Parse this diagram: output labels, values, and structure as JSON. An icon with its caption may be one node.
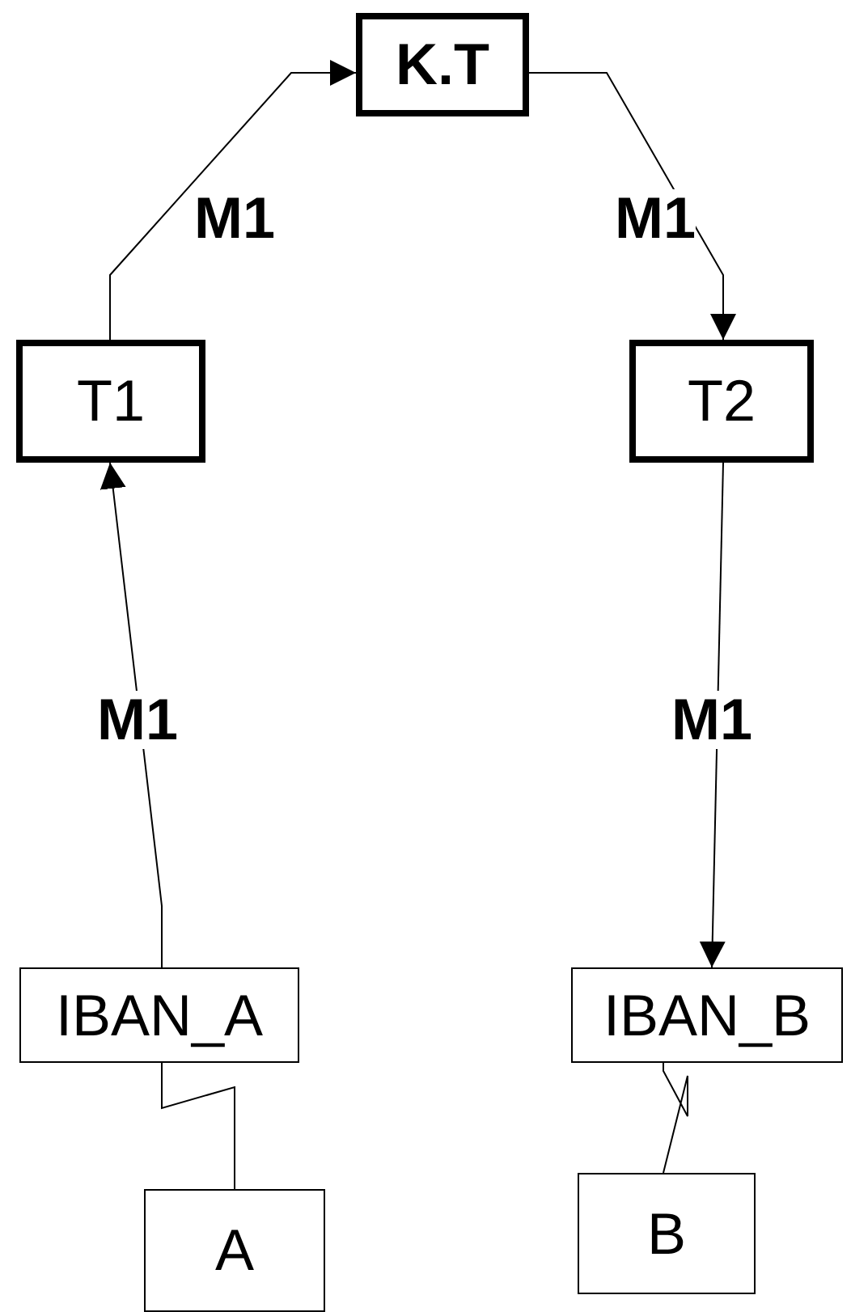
{
  "diagram": {
    "nodes": [
      {
        "text": [
          "K.T"
        ]
      },
      {
        "text": [
          "T1"
        ]
      },
      {
        "text": [
          "T2"
        ]
      },
      {
        "text": [
          "IBAN_A"
        ]
      },
      {
        "text": [
          "IBAN_B"
        ]
      },
      {
        "text": [
          "A"
        ]
      },
      {
        "text": [
          "B"
        ]
      }
    ],
    "edges": [
      {
        "from": 1,
        "to": 0,
        "label": "M1",
        "arrow": "to"
      },
      {
        "from": 0,
        "to": 2,
        "label": "M1",
        "arrow": "to"
      },
      {
        "from": 3,
        "to": 1,
        "label": "M1",
        "arrow": "to"
      },
      {
        "from": 2,
        "to": 4,
        "label": "M1",
        "arrow": "to"
      },
      {
        "from": 3,
        "to": 5,
        "arrow": "none"
      },
      {
        "from": 4,
        "to": 6,
        "arrow": "none"
      }
    ]
  }
}
